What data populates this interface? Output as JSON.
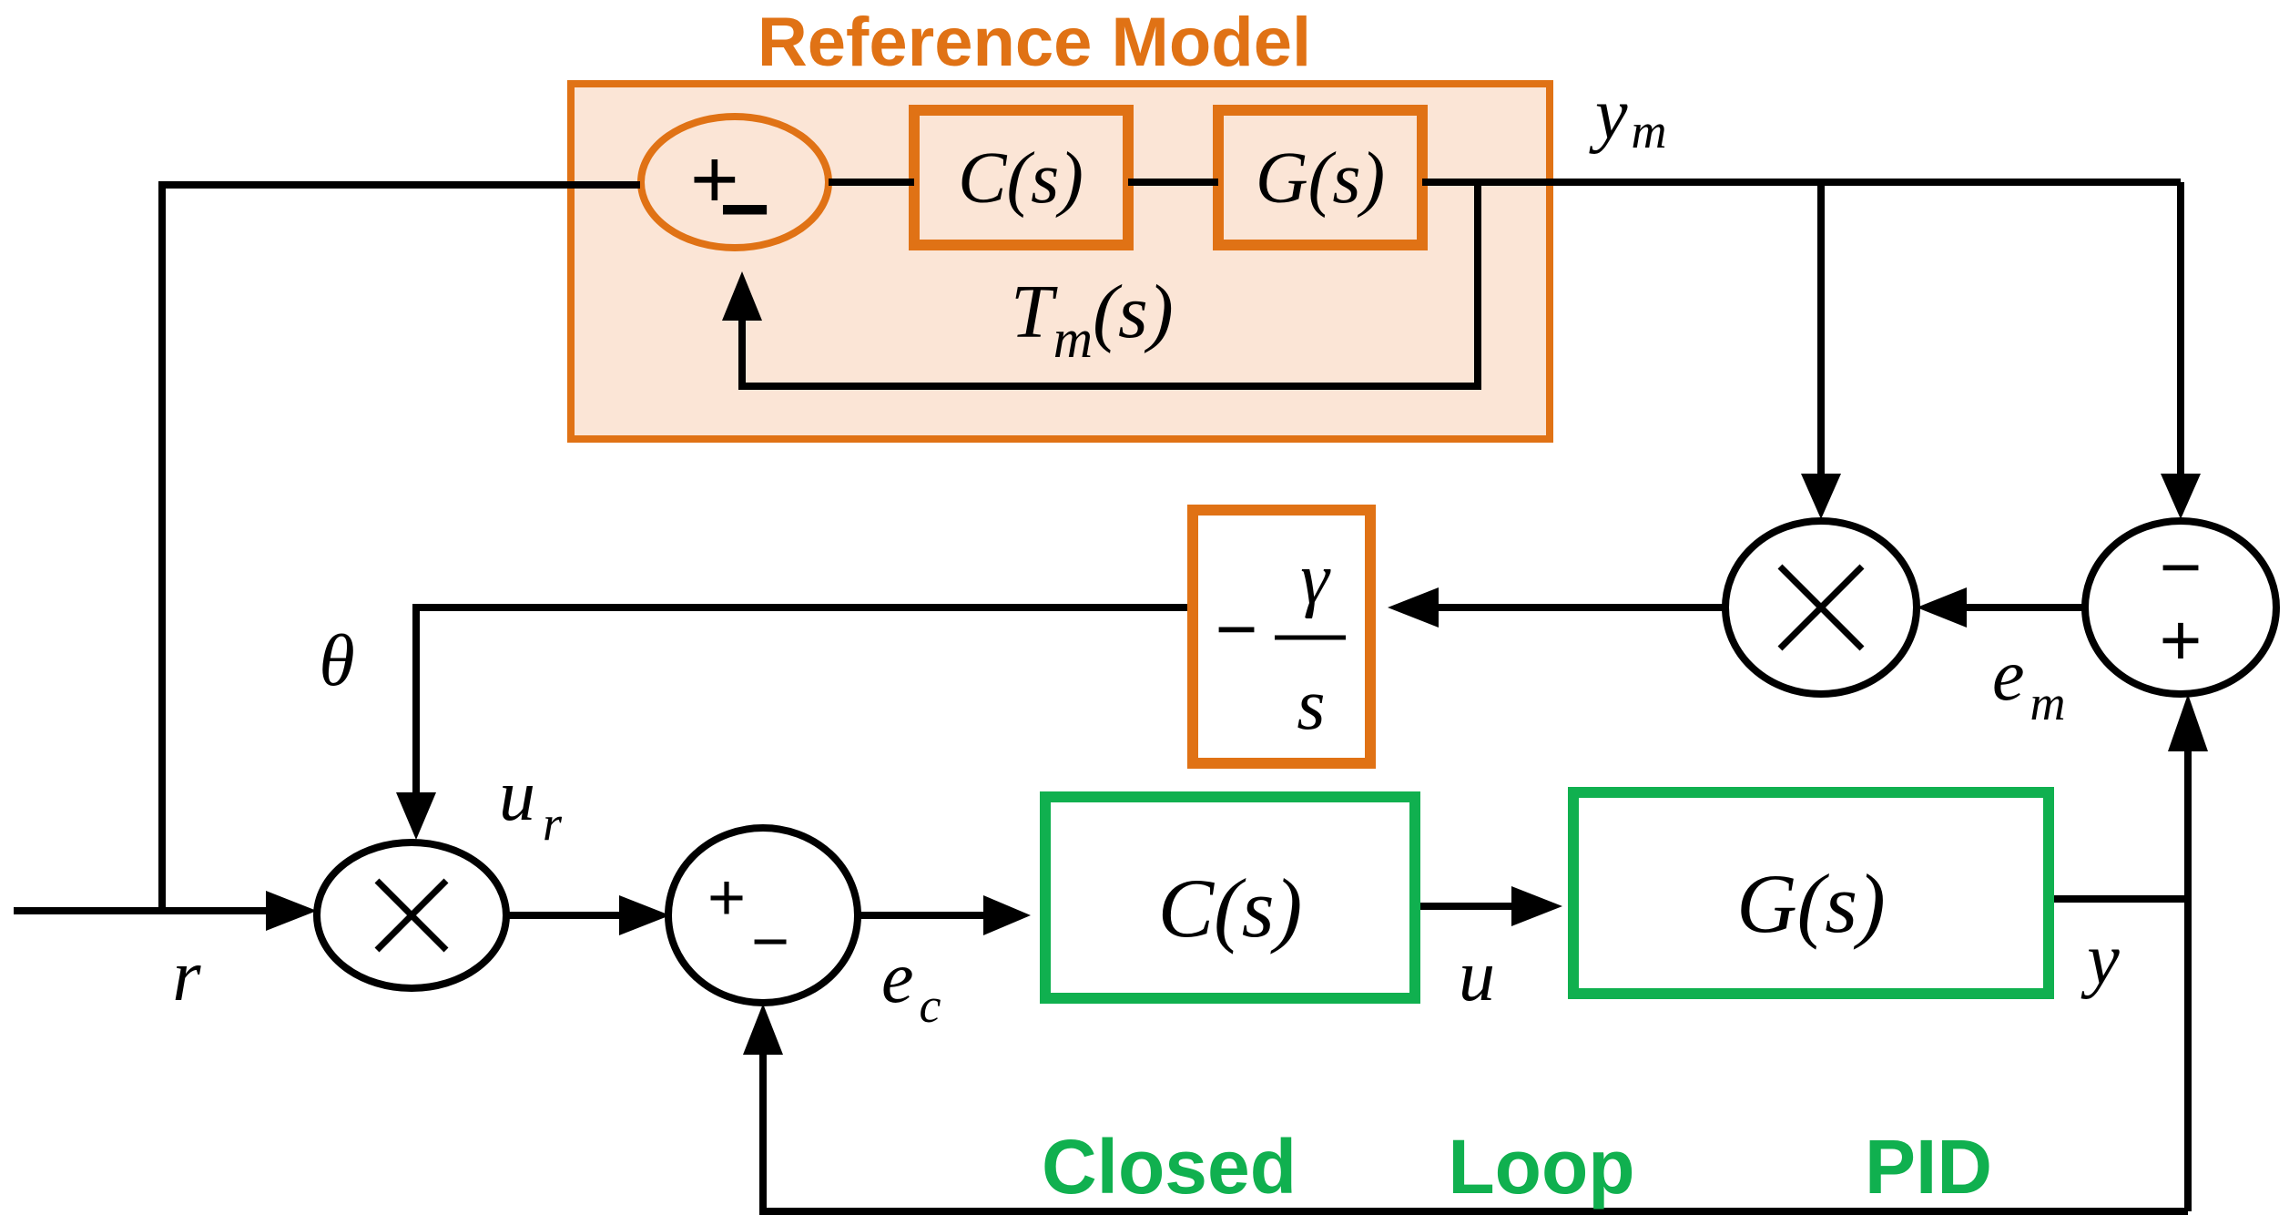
{
  "colors": {
    "orange": "#e07215",
    "orange_fill": "#fbe5d6",
    "green": "#10b04f",
    "black": "#000000",
    "white": "#ffffff"
  },
  "reference_model": {
    "title": "Reference Model",
    "controller": "C(s)",
    "plant": "G(s)",
    "transfer": "T",
    "transfer_sub": "m",
    "transfer_arg": "(s)",
    "sum_plus": "+",
    "sum_minus": "−"
  },
  "adaptation": {
    "gain_sign": "−",
    "gain_num": "γ",
    "gain_den": "s",
    "multiplier_symbol": "×",
    "error_sum_minus": "−",
    "error_sum_plus": "+"
  },
  "main_loop": {
    "controller": "C(s)",
    "plant": "G(s)",
    "multiplier_symbol": "×",
    "sum_plus": "+",
    "sum_minus": "−"
  },
  "signals": {
    "r": "r",
    "ym": "y",
    "ym_sub": "m",
    "theta": "θ",
    "ur": "u",
    "ur_sub": "r",
    "ec": "e",
    "ec_sub": "c",
    "u": "u",
    "y": "y",
    "em": "e",
    "em_sub": "m"
  },
  "footer": {
    "word1": "Closed",
    "word2": "Loop",
    "word3": "PID"
  }
}
